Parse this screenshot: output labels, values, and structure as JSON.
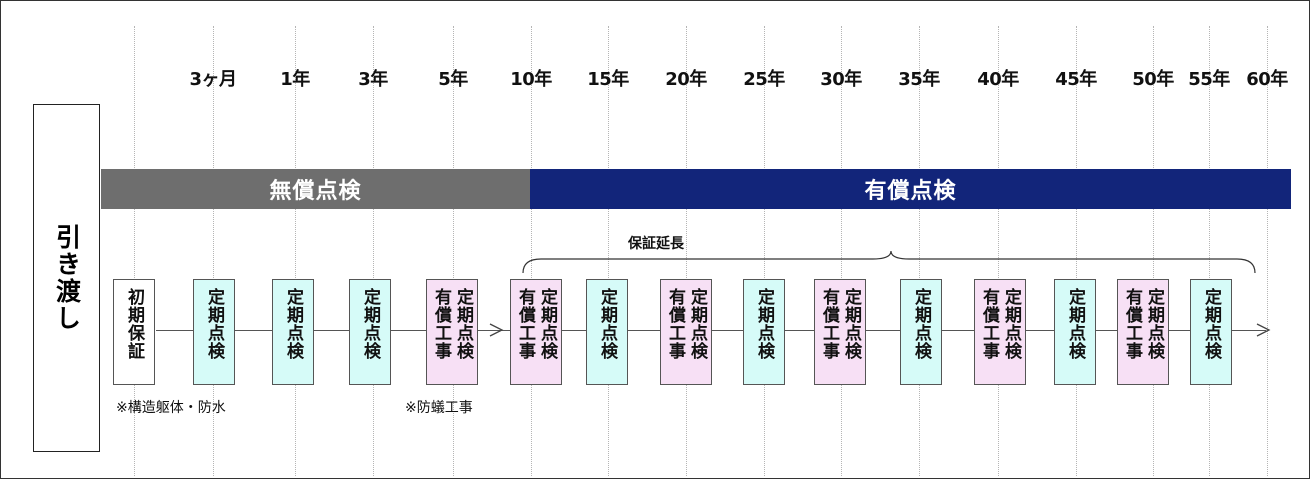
{
  "handover_label": "引き渡し",
  "timeline": {
    "years": [
      "3ヶ月",
      "1年",
      "3年",
      "5年",
      "10年",
      "15年",
      "20年",
      "25年",
      "30年",
      "35年",
      "40年",
      "45年",
      "50年",
      "55年",
      "60年"
    ]
  },
  "bands": {
    "free_label": "無償点検",
    "paid_label": "有償点検"
  },
  "extension_label": "保証延長",
  "boxes": [
    {
      "lines": [
        "初期保証"
      ],
      "type": "initial"
    },
    {
      "lines": [
        "定期点検"
      ],
      "type": "inspection"
    },
    {
      "lines": [
        "定期点検"
      ],
      "type": "inspection"
    },
    {
      "lines": [
        "定期点検"
      ],
      "type": "inspection"
    },
    {
      "lines": [
        "定期点検",
        "有償工事"
      ],
      "type": "work"
    },
    {
      "lines": [
        "定期点検",
        "有償工事"
      ],
      "type": "work"
    },
    {
      "lines": [
        "定期点検"
      ],
      "type": "inspection"
    },
    {
      "lines": [
        "定期点検",
        "有償工事"
      ],
      "type": "work"
    },
    {
      "lines": [
        "定期点検"
      ],
      "type": "inspection"
    },
    {
      "lines": [
        "定期点検",
        "有償工事"
      ],
      "type": "work"
    },
    {
      "lines": [
        "定期点検"
      ],
      "type": "inspection"
    },
    {
      "lines": [
        "定期点検",
        "有償工事"
      ],
      "type": "work"
    },
    {
      "lines": [
        "定期点検"
      ],
      "type": "inspection"
    },
    {
      "lines": [
        "定期点検",
        "有償工事"
      ],
      "type": "work"
    },
    {
      "lines": [
        "定期点検"
      ],
      "type": "inspection"
    }
  ],
  "notes": {
    "structure": "※構造躯体・防水",
    "termite": "※防蟻工事"
  },
  "colors": {
    "initial": "#ffffff",
    "inspection": "#d6fbf8",
    "work": "#f7e0f5",
    "free_band": "#6e6e6e",
    "paid_band": "#12257a"
  }
}
